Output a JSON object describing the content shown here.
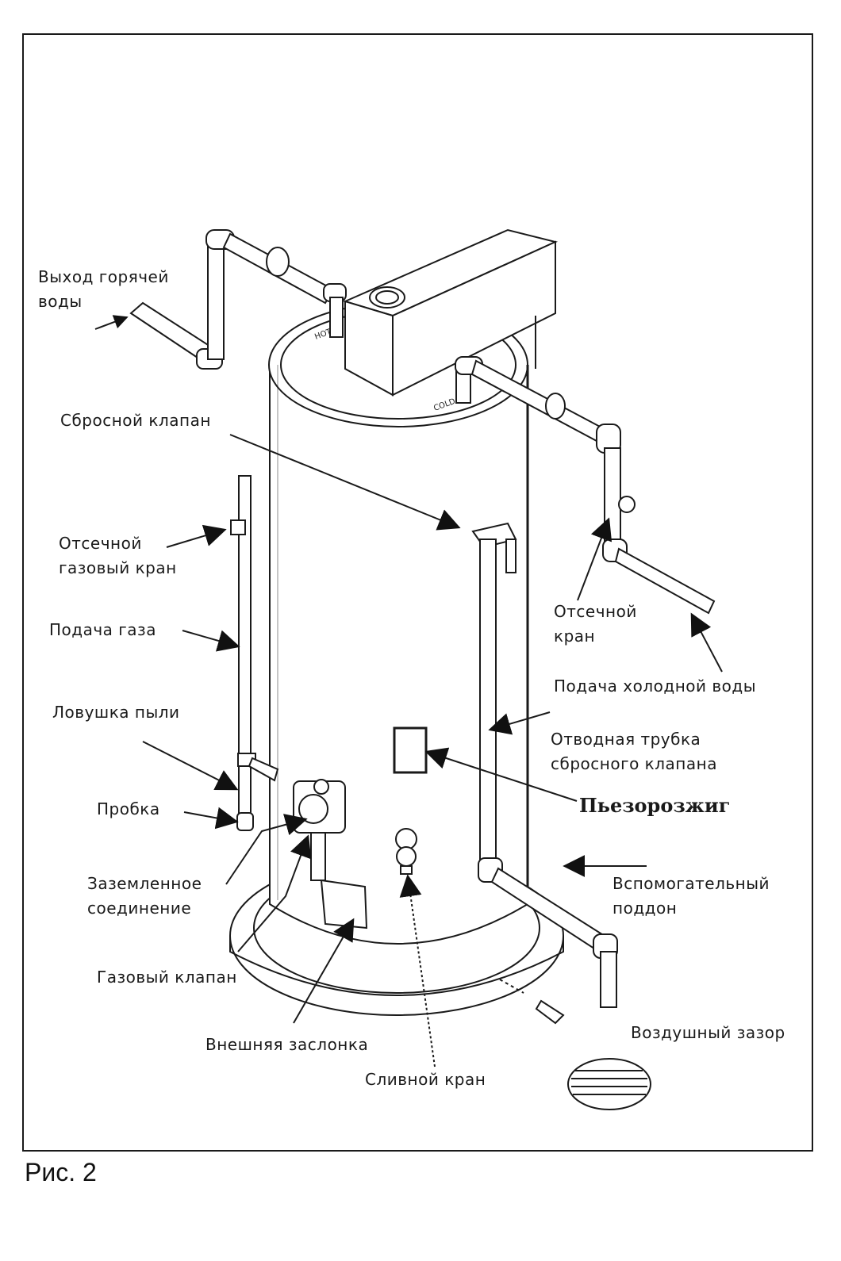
{
  "figure": {
    "caption": "Рис. 2",
    "tank_marks": {
      "hot": "HOT",
      "cold": "COLD"
    }
  },
  "labels": {
    "hot_water_outlet": "Выход горячей\nводы",
    "relief_valve": "Сбросной клапан",
    "gas_shutoff_valve": "Отсечной\nгазовый кран",
    "gas_supply": "Подача газа",
    "dirt_trap": "Ловушка пыли",
    "plug": "Пробка",
    "ground_connection": "Заземленное\nсоединение",
    "gas_valve": "Газовый клапан",
    "outer_damper": "Внешняя заслонка",
    "drain_valve": "Сливной кран",
    "shutoff_valve": "Отсечной\nкран",
    "cold_water_supply": "Подача холодной воды",
    "relief_discharge_pipe": "Отводная трубка\nсбросного клапана",
    "piezo_igniter": "Пьезорозжиг",
    "auxiliary_pan": "Вспомогательный\nподдон",
    "air_gap": "Воздушный зазор"
  }
}
